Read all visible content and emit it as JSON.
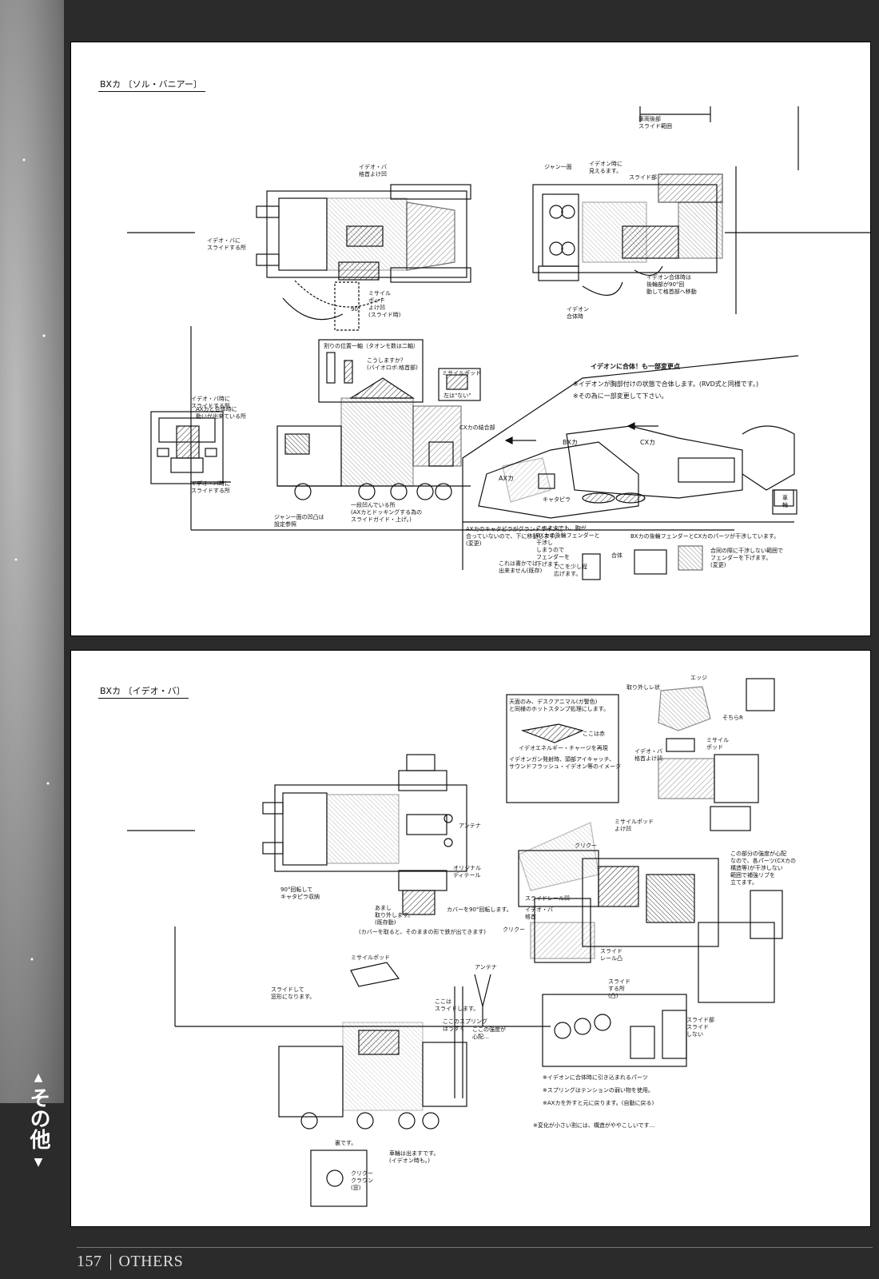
{
  "page": {
    "number": "157",
    "section": "OTHERS",
    "side_tab": "その他"
  },
  "panel_top": {
    "header": "BXカ 〔ソル・バニアー〕",
    "notes": {
      "slide_range": "車両後部\nスライド範囲",
      "jammer_top": "ジャン一面",
      "ideon_time": "イデオン時に\n見えるます。",
      "slide_part": "スライド部",
      "idea_ba_relief": "イデオ・バ\n格首よけ凹",
      "idea_slide": "イデオ・バに\nスライドする所",
      "missile_pod": "ミサイル\nポッド\nよけ凹\n(スライド時)",
      "ideon_assembly": "イデオン合体時は\n後輪部が90°回\n動して格首部へ移動",
      "ideon_combine": "イデオン\n合体時",
      "rot90": "90°",
      "cut_axis": "割りの位置一軸（タオンモ数は二軸）",
      "cut_note": "こうしますか？\n(バイオロボ:格首部)",
      "missile_pod2": "ミサイルポッド",
      "same_below": "左は\"ない\"",
      "ax_dock": "AXカと合体時に\n動いが出来ている所",
      "idea_slide2": "イデオ・バ時に\nスライドする所",
      "idea_slide3": "イデオ・バ時に\nスライドする所",
      "cx_link": "CXカの結合部",
      "jammer_note": "ジャン一面の凹凸は\n設定参照",
      "step_down": "一段凹んでいる所\n(AXカとドッキングする為の\nスライドガイド・上げ。)",
      "combine_title": "イデオンに合体！も一部変更点",
      "combine_1": "※イデオンが胸部付けの状態で合体します。(RVD式と同様です。)",
      "combine_2": "※その為に一部変更して下さい。",
      "bx_label": "BXカ",
      "cx_label": "CXカ",
      "ax_label": "AXカ",
      "caterpillar": "キャタピラ",
      "ax_caterpillar": "AXカのキャタピラがグランドラインに\n合っていないので、下に移動します。\n(変更)",
      "fender_note": "このままでも、胸が\nBXカの後輪フェンダーと\n干渉し\nしまうので\nフェンダーを\n下げます。",
      "fender_cx": "BXカの後輪フェンダーとCXカのパーツが干渉しています。",
      "interfere": "合同の際に干渉しない範囲で\nフェンダーを下げます。\n(変更)",
      "cannot_body": "これは書かでは\n出来ません(既存)",
      "joint": "合体",
      "extend": "ここを少し程\n広げます。",
      "side_label": "車\n輪"
    }
  },
  "panel_bottom": {
    "header": "BXカ 〔イデオ・バ〕",
    "notes": {
      "top_surface": "天面のみ、デスクアニマル(ガ警色)\nと同様のホットスタンプ処理にします。",
      "ideon_energy": "イデオエネルギー・チャージを再現",
      "ideon_gun": "イデオンガン発射時、頭部アイキャッチ、\nサウンドフラッシュ・イデオン等のイメージ",
      "rolling_red": "ここは赤",
      "removal": "取り外しレ状",
      "edge": "エッジ",
      "side_r": "そちらR",
      "missile_pod": "ミサイル\nポッド",
      "idea_relief": "イデオ・バ\n格首よけ凹",
      "missile_pod_relief": "ミサイルポッド\nよけ凹",
      "clutch": "クリクー",
      "strength": "この部分の強度が心配\nなので、各パーツ(CXカの\n構造等)が干渉しない\n範囲で補強リブを\n立てます。",
      "slide_rail": "スライドレール凹",
      "idea_relief2": "イデオ・バ\n格首",
      "clutch2": "クリクー",
      "slide_rail2": "スライド\nレール凸",
      "slide_part": "スライド\nする所\n(凸)",
      "side_slide": "スライド部\nスライド\nしない",
      "ideon_pull": "※イデオンに合体時に引き込まれるパーツ",
      "spring": "※スプリングはテンションの弱い物を使用。",
      "ax_remove": "※AXカを外すと元に戻ります。(自動に戻る)",
      "small_change": "※変化が小さい割には、構造がややこしいです…",
      "rot90_cat": "90°回転して\nキャタピラ収納",
      "antenna": "アンテナ",
      "original_detail": "オリジナル\nディテール",
      "cover_rot": "カバーを90°回転します。",
      "remove": "あまし\n取り外します。\n(既存動)",
      "cover_keep": "(カバーを取ると、そのままの形で鉄が出てきます)",
      "missile_pod_b": "ミサイルポッド",
      "antenna_b": "アンテナ",
      "slide_window": "スライドして\n窓形になります。",
      "slide_this": "ここは\nスライドします。",
      "strength_b": "ここの強度が\n心配…",
      "spring_note": "ここのスプリング\nはうすく",
      "rear": "裏です。",
      "clutch_crown": "クリクー\nクラウン\n(窓)",
      "rear_wheel": "車輪は出ますです。\n(イデオン時も。)"
    }
  }
}
